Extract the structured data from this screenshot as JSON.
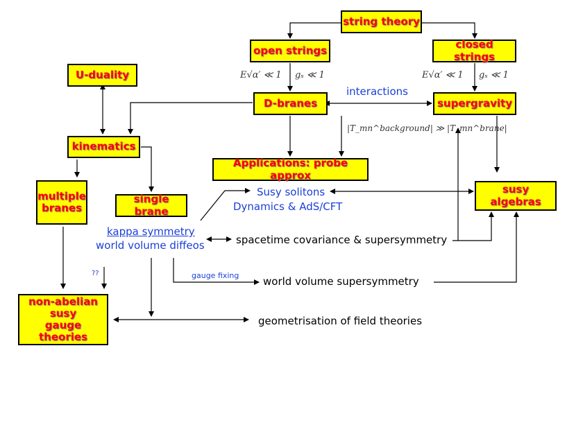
{
  "boxes": {
    "string_theory": "string theory",
    "open_strings": "open strings",
    "closed_strings": "closed strings",
    "u_duality": "U-duality",
    "d_branes": "D-branes",
    "supergravity": "supergravity",
    "kinematics": "kinematics",
    "applications": "Applications: probe approx",
    "multiple_branes_1": "multiple",
    "multiple_branes_2": "branes",
    "single_brane": "single brane",
    "susy_algebras": "susy algebras",
    "non_abelian_1": "non-abelian",
    "non_abelian_2": "susy",
    "non_abelian_3": "gauge theories"
  },
  "labels": {
    "interactions": "interactions",
    "susy_solitons": "Susy solitons",
    "dynamics_ads": "Dynamics & AdS/CFT",
    "kappa_symmetry": "kappa symmetry",
    "world_volume_diffeos": "world volume diffeos",
    "spacetime_covariance": "spacetime covariance & supersymmetry",
    "gauge_fixing": "gauge fixing",
    "world_volume_susy": "world volume supersymmetry",
    "geometrisation": "geometrisation of field theories",
    "question": "??"
  },
  "math": {
    "left_energy": "E√α′ ≪ 1",
    "left_coupling": "gₛ ≪ 1",
    "right_energy": "E√α′ ≪ 1",
    "right_coupling": "gₛ ≪ 1",
    "tension_condition": "|T_mn^background| ≫ |T_mn^brane|"
  },
  "colors": {
    "box_fill": "#ffff00",
    "box_text": "#ff0000",
    "blue_text": "#1a3fd6"
  }
}
